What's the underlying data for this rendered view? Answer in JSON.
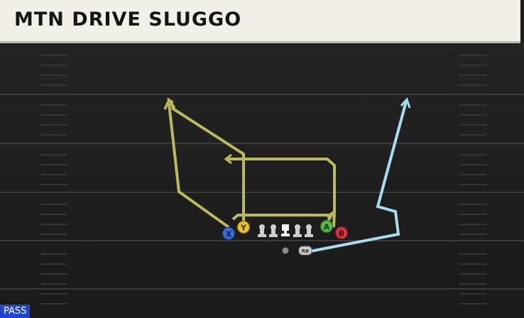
{
  "play": {
    "title": "MTN DRIVE SLUGGO",
    "mode": "PASS"
  },
  "colors": {
    "route_yellow": "#bbb85e",
    "route_blue": "#a9dcee",
    "x_button": "#3b6fd8",
    "y_button": "#e6c22c",
    "a_button": "#59b84a",
    "b_button": "#dc3445",
    "lineman": "#cfcfcf"
  },
  "players": [
    {
      "id": "receiver-x",
      "label": "X"
    },
    {
      "id": "receiver-y",
      "label": "Y"
    },
    {
      "id": "receiver-a",
      "label": "A"
    },
    {
      "id": "receiver-b",
      "label": "B"
    },
    {
      "id": "running-back",
      "label": "RB"
    },
    {
      "id": "quarterback",
      "label": ""
    }
  ]
}
